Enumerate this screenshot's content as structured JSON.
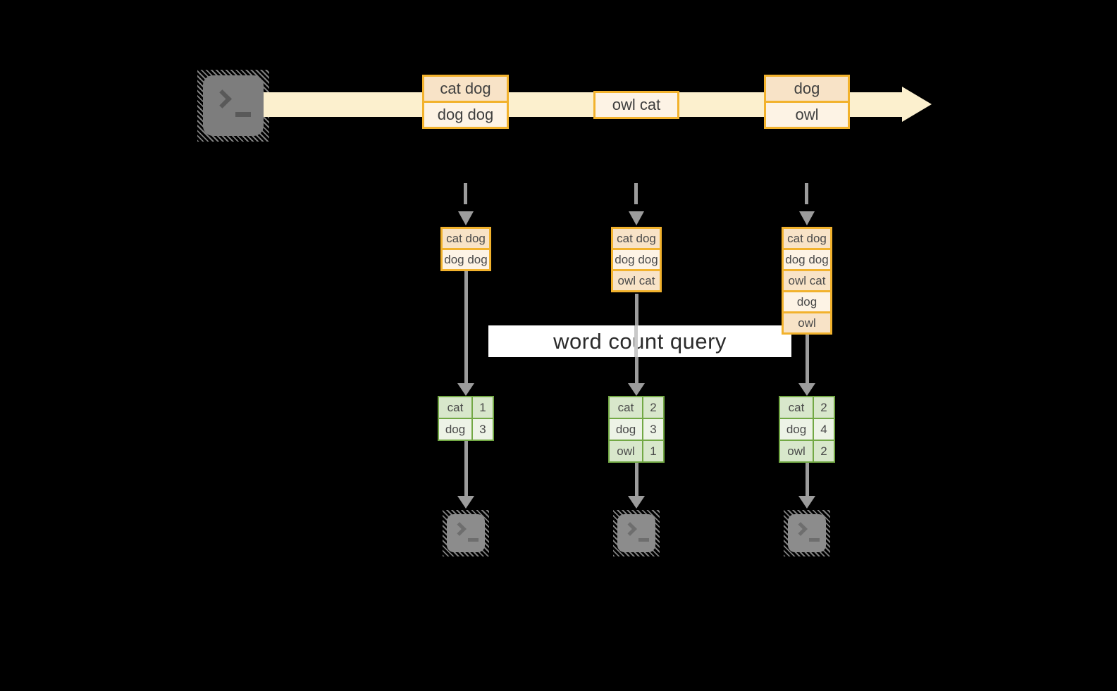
{
  "banner": {
    "label": "word count query"
  },
  "stream": {
    "events": [
      {
        "lines": [
          "cat dog",
          "dog dog"
        ]
      },
      {
        "lines": [
          "owl cat"
        ]
      },
      {
        "lines": [
          "dog",
          "owl"
        ]
      }
    ]
  },
  "pipelines": [
    {
      "buffer": [
        "cat dog",
        "dog dog"
      ],
      "counts": [
        {
          "word": "cat",
          "count": "1"
        },
        {
          "word": "dog",
          "count": "3"
        }
      ]
    },
    {
      "buffer": [
        "cat dog",
        "dog dog",
        "owl cat"
      ],
      "counts": [
        {
          "word": "cat",
          "count": "2"
        },
        {
          "word": "dog",
          "count": "3"
        },
        {
          "word": "owl",
          "count": "1"
        }
      ]
    },
    {
      "buffer": [
        "cat dog",
        "dog dog",
        "owl cat",
        "dog",
        "owl"
      ],
      "counts": [
        {
          "word": "cat",
          "count": "2"
        },
        {
          "word": "dog",
          "count": "4"
        },
        {
          "word": "owl",
          "count": "2"
        }
      ]
    }
  ],
  "icons": {
    "source": "terminal-icon",
    "sink": "terminal-icon"
  },
  "colors": {
    "background": "#000000",
    "stream_band": "#FCF0CE",
    "event_border": "#F2B22D",
    "cell_peach": "#F8E3C7",
    "cell_cream": "#FDF3E5",
    "table_border": "#72A844",
    "row_green": "#D8E7CB",
    "row_light": "#EDF3E6",
    "arrow_gray": "#9C9C9C",
    "terminal_gray": "#7D7D7D"
  }
}
